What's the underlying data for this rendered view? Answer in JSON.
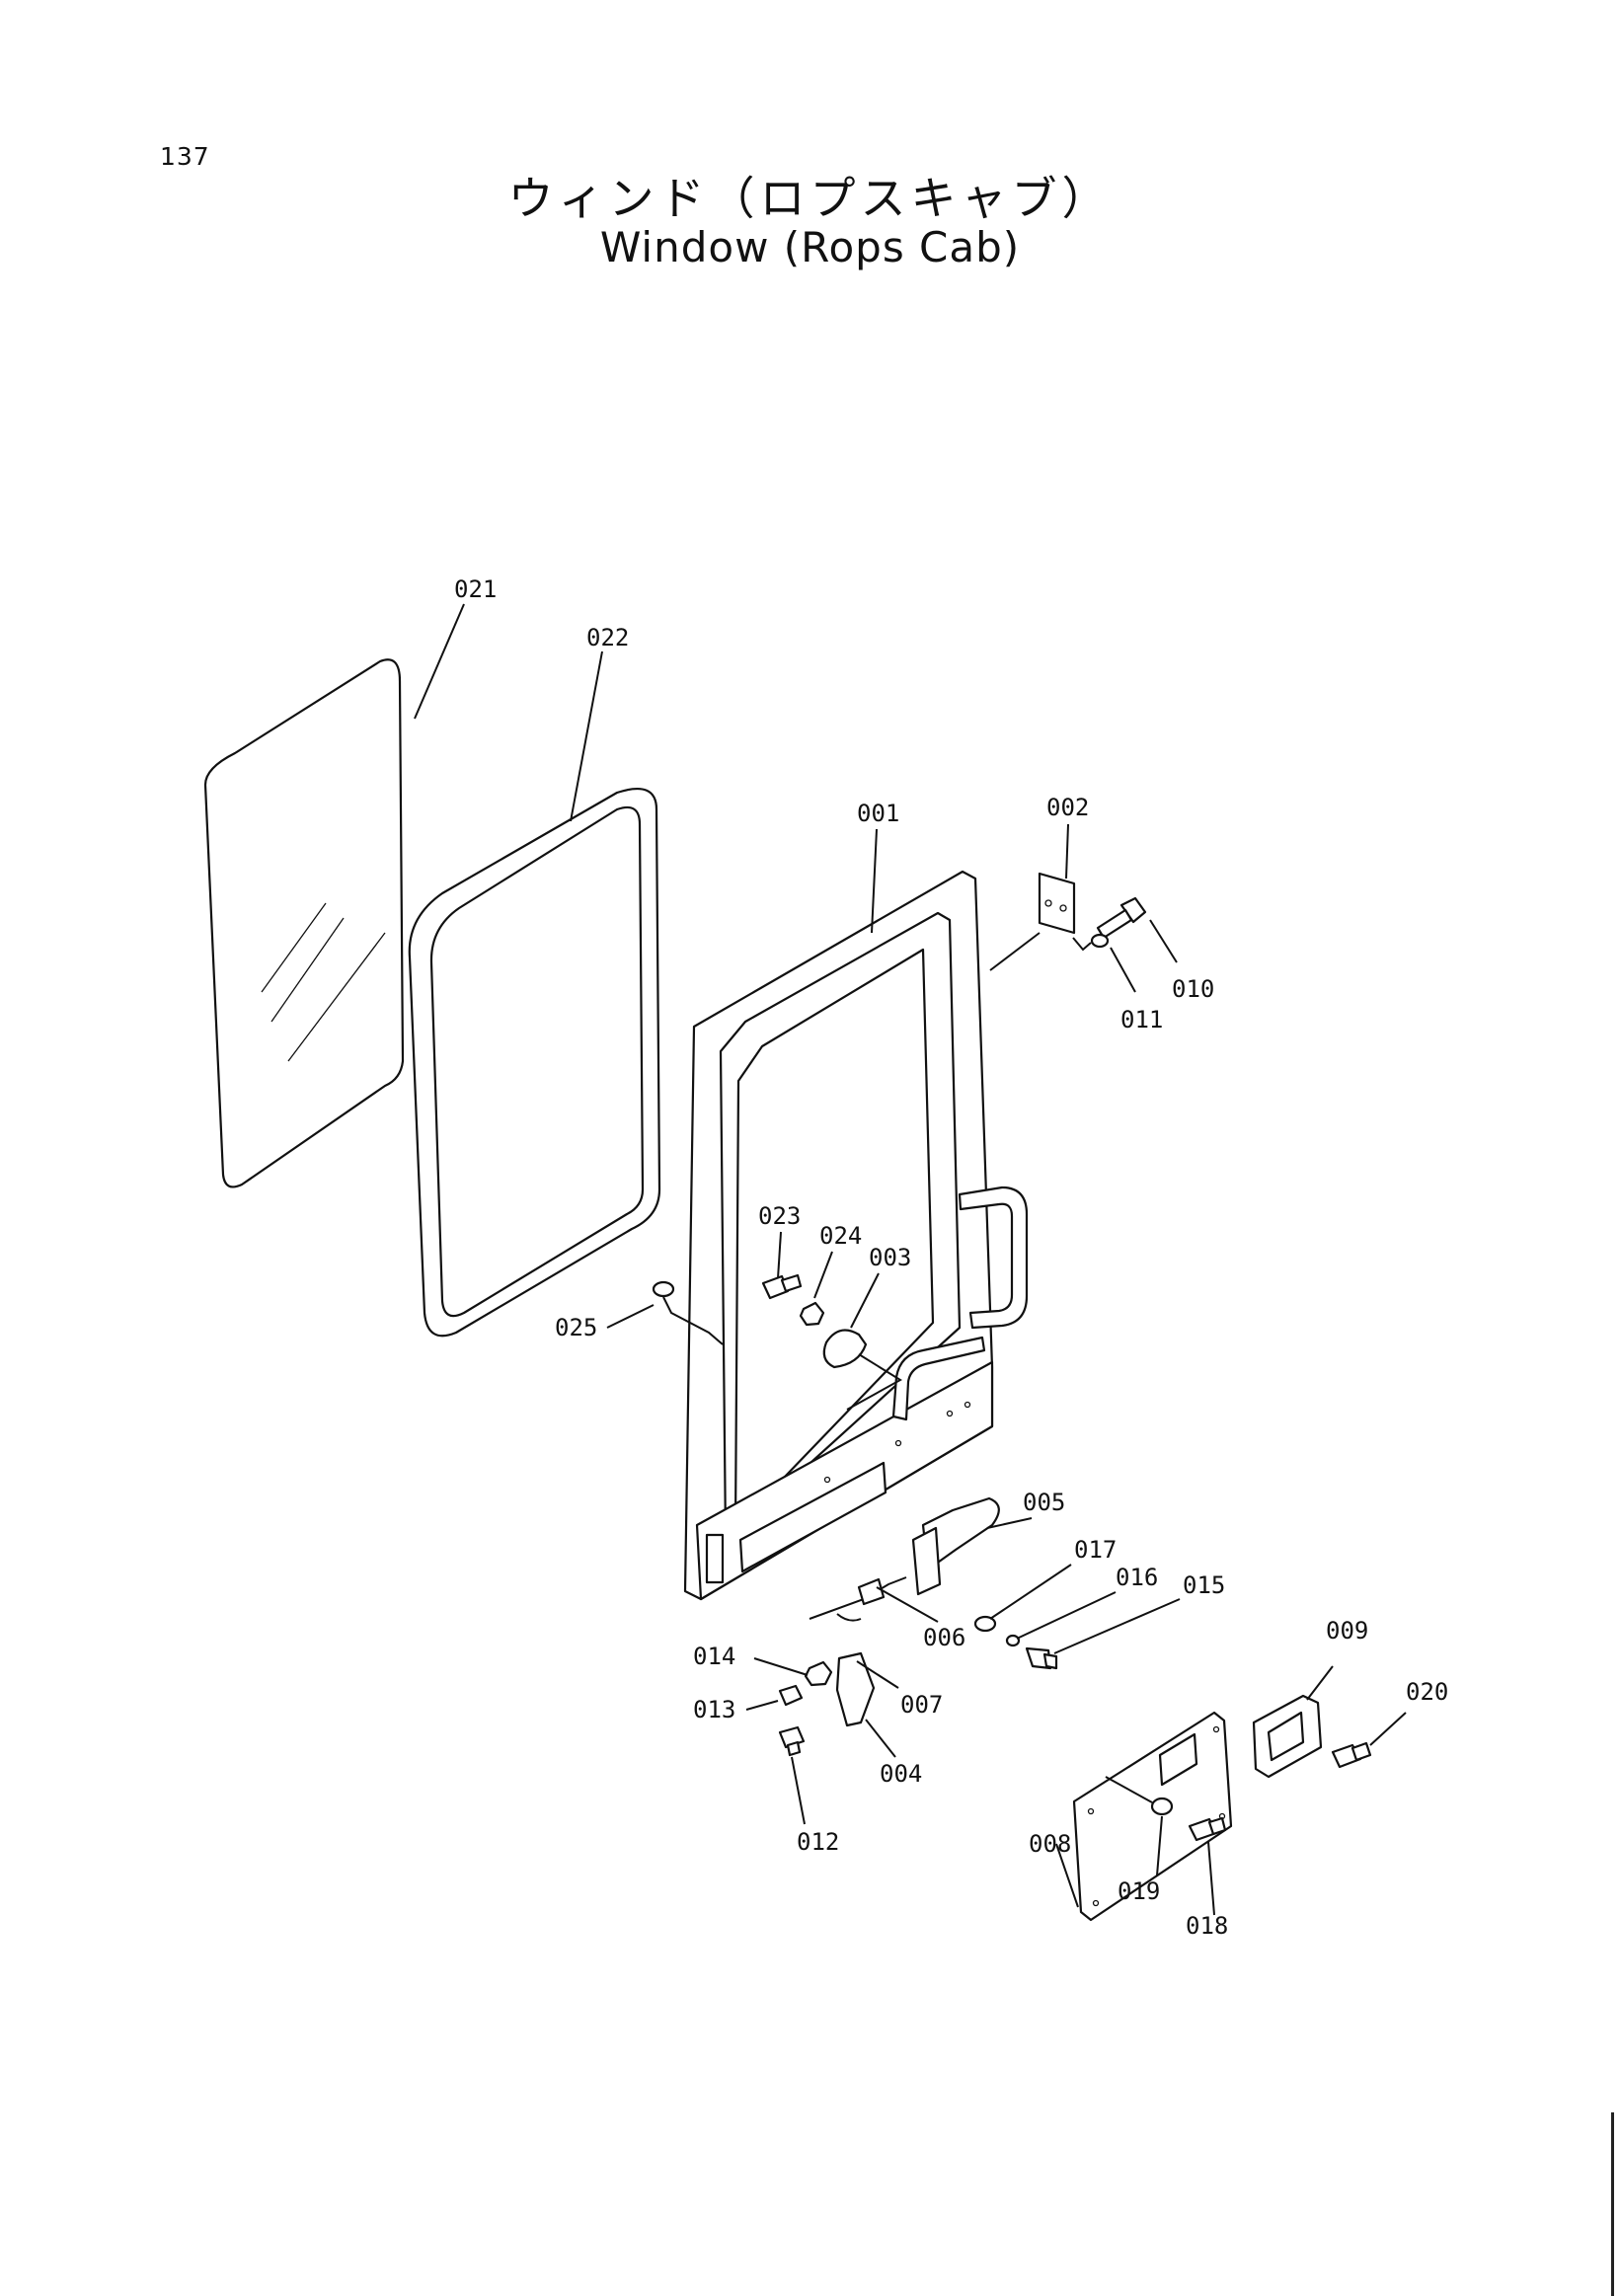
{
  "page": {
    "number": "137"
  },
  "title": {
    "japanese": "ウィンド（ロプスキャブ）",
    "english": "Window (Rops Cab)"
  },
  "callouts": [
    "021",
    "022",
    "001",
    "002",
    "010",
    "011",
    "023",
    "024",
    "003",
    "025",
    "005",
    "017",
    "016",
    "015",
    "006",
    "007",
    "014",
    "013",
    "004",
    "012",
    "009",
    "020",
    "008",
    "019",
    "018"
  ]
}
